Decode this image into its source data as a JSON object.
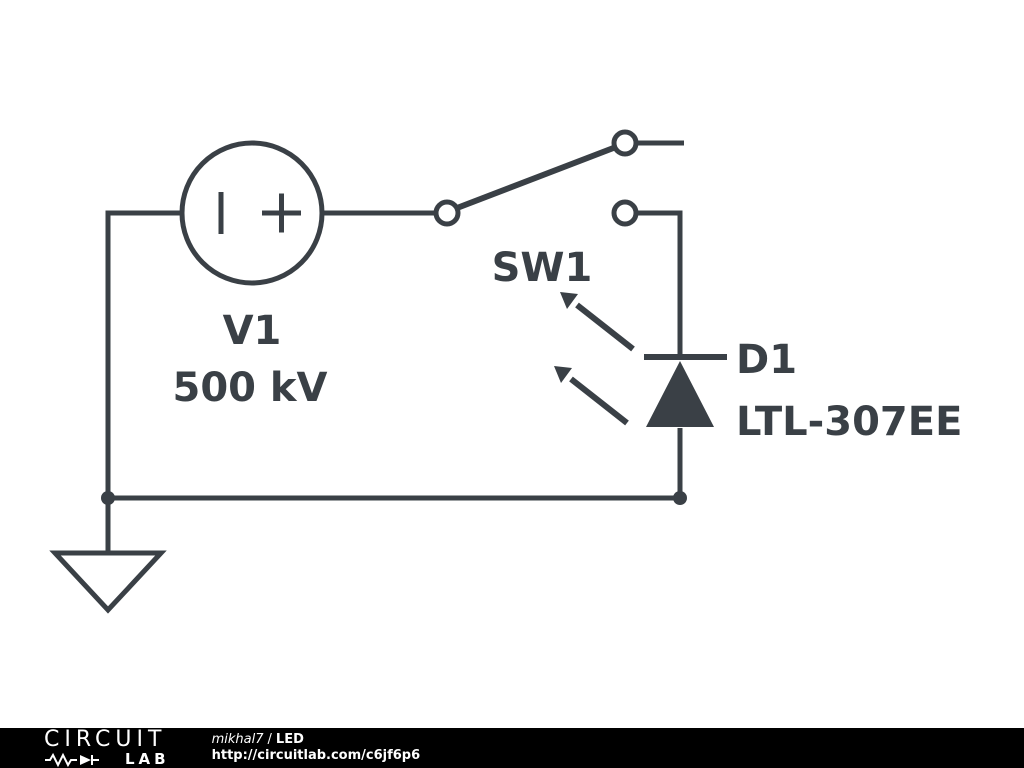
{
  "schematic": {
    "colors": {
      "line": "#3a4046",
      "background": "#ffffff"
    },
    "components": {
      "source": {
        "ref": "V1",
        "value": "500 kV"
      },
      "switch": {
        "ref": "SW1"
      },
      "led": {
        "ref": "D1",
        "value": "LTL-307EE"
      }
    }
  },
  "footer": {
    "colors": {
      "bar": "#000000",
      "text": "#ffffff"
    },
    "logo": {
      "line1": "CIRCUIT",
      "line2": "LAB"
    },
    "author": "mikhal7",
    "separator": "/",
    "title": "LED",
    "url": "http://circuitlab.com/c6jf6p6"
  }
}
